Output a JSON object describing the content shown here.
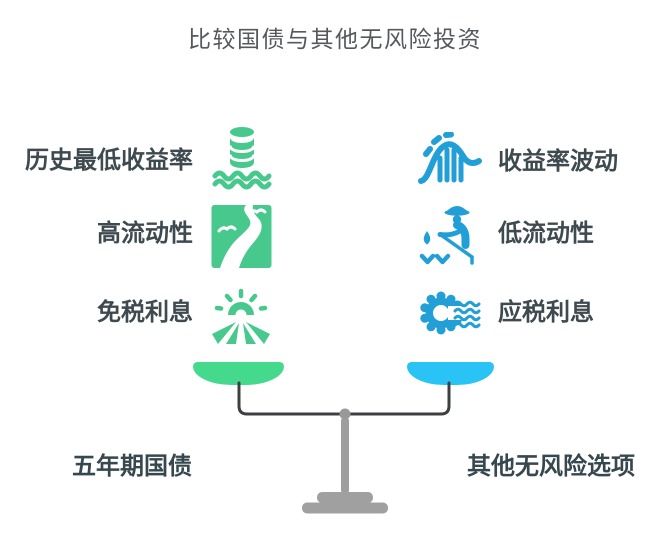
{
  "title": "比较国债与其他无风险投资",
  "comparison": {
    "left": {
      "label": "五年期国债",
      "items": [
        {
          "text": "历史最低收益率",
          "icon": "money-stack-waves-icon"
        },
        {
          "text": "高流动性",
          "icon": "winding-river-icon"
        },
        {
          "text": "免税利息",
          "icon": "sunrise-field-icon"
        }
      ]
    },
    "right": {
      "label": "其他无风险选项",
      "items": [
        {
          "text": "收益率波动",
          "icon": "rollercoaster-icon"
        },
        {
          "text": "低流动性",
          "icon": "fisherman-icon"
        },
        {
          "text": "应税利息",
          "icon": "gear-waves-icon"
        }
      ]
    }
  },
  "colors": {
    "icon_green": "#47c88c",
    "icon_blue": "#219fd6",
    "pan_green": "#45d98e",
    "pan_blue": "#29c3f5",
    "beam": "#3d4043",
    "pivot_gray": "#999999",
    "stand_gray": "#9e9e9e",
    "base_gray": "#a0a0a0",
    "title_text": "#55595c",
    "label_text": "#3e4a50",
    "side_label_text": "#37474f"
  }
}
